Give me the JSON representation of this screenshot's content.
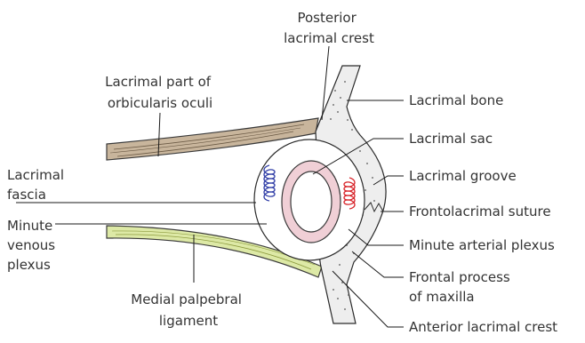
{
  "labels": {
    "posterior_crest": [
      "Posterior",
      "lacrimal crest"
    ],
    "orbicularis": [
      "Lacrimal part of",
      "orbicularis oculi"
    ],
    "fascia": [
      "Lacrimal",
      "fascia"
    ],
    "venous": [
      "Minute",
      "venous",
      "plexus"
    ],
    "palpebral": [
      "Medial palpebral",
      "ligament"
    ],
    "bone": "Lacrimal bone",
    "sac": "Lacrimal sac",
    "groove": "Lacrimal groove",
    "suture": "Frontolacrimal suture",
    "arterial": "Minute arterial plexus",
    "frontal": [
      "Frontal process",
      "of maxilla"
    ],
    "anterior_crest": "Anterior lacrimal crest"
  },
  "colors": {
    "muscle_brown": "#c8b59c",
    "ligament_green": "#dde9a6",
    "bone_fill": "#eeeeee",
    "sac_pink": "#f0cfd6",
    "venous_blue": "#3340a8",
    "arterial_red": "#d8262c"
  }
}
